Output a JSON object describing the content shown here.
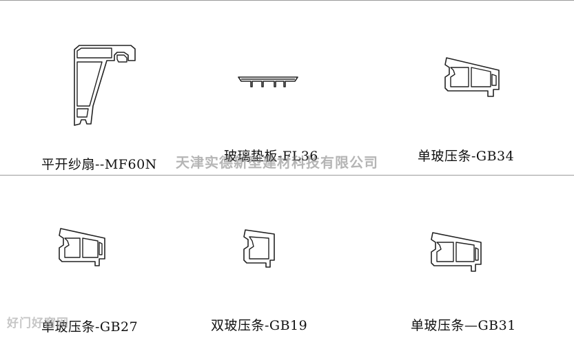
{
  "profiles": [
    {
      "code": "mf60n",
      "caption": "平开纱扇--MF60N"
    },
    {
      "code": "fl36",
      "caption": "玻璃垫板-FL36"
    },
    {
      "code": "gb34",
      "caption": "单玻压条-GB34"
    },
    {
      "code": "gb27",
      "caption": "单玻压条-GB27"
    },
    {
      "code": "gb19",
      "caption": "双玻压条-GB19"
    },
    {
      "code": "gb31",
      "caption": "单玻压条—GB31"
    }
  ],
  "watermark": "天津实德新型建材科技有限公司",
  "site_mark": "好门好窗网"
}
